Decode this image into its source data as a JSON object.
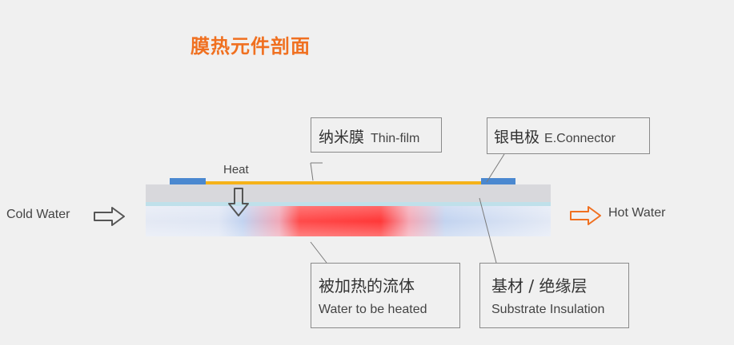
{
  "title": "膜热元件剖面",
  "labels": {
    "heat": "Heat",
    "cold_water": "Cold Water",
    "hot_water": "Hot Water"
  },
  "callouts": {
    "thin_film": {
      "zh": "纳米膜",
      "en": "Thin-film"
    },
    "connector": {
      "zh": "银电极",
      "en": "E.Connector"
    },
    "fluid": {
      "zh": "被加热的流体",
      "en": "Water to be heated"
    },
    "substrate": {
      "zh": "基材 / 绝缘层",
      "en": "Substrate Insulation"
    }
  },
  "icons": {
    "heat_arrow": "down-arrow-icon",
    "cold_arrow": "right-arrow-icon",
    "hot_arrow": "right-arrow-icon"
  },
  "colors": {
    "title": "#f07020",
    "thin_film": "#f5b21a",
    "connector": "#4a88d0",
    "substrate": "#d8d8dc",
    "water_cold": "#c9d9f3",
    "water_hot": "#ff3a3a",
    "hot_arrow": "#f07020",
    "cold_arrow": "#555555"
  }
}
